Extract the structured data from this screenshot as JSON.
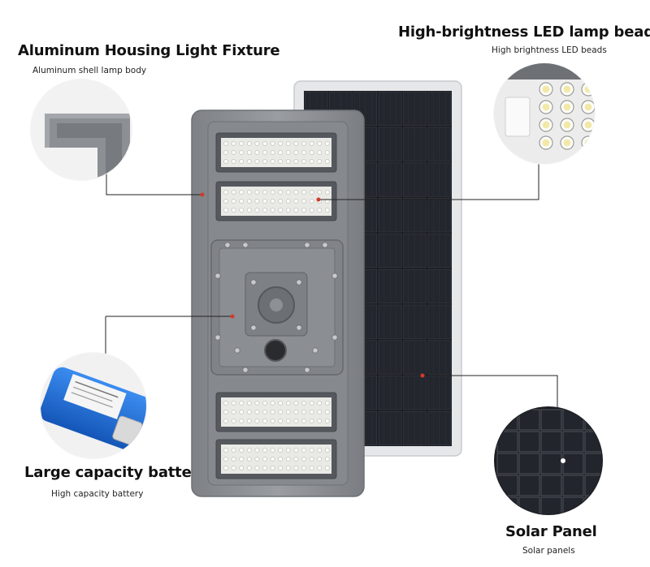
{
  "callouts": {
    "housing": {
      "title": "Aluminum Housing Light Fixture",
      "subtitle": "Aluminum shell lamp body"
    },
    "led": {
      "title": "High-brightness LED lamp beads",
      "subtitle": "High brightness LED beads"
    },
    "battery": {
      "title": "Large capacity battery",
      "subtitle": "High capacity battery"
    },
    "solar": {
      "title": "Solar Panel",
      "subtitle": "Solar panels"
    }
  },
  "colors": {
    "housing": "#8f9296",
    "housing_dark": "#6e7176",
    "panel_frame": "#e3e4e6",
    "solar_cell": "#1b1d22",
    "led_chip": "#f4f4f2",
    "battery": "#1e6fd8",
    "marker": "#d23a2a"
  }
}
